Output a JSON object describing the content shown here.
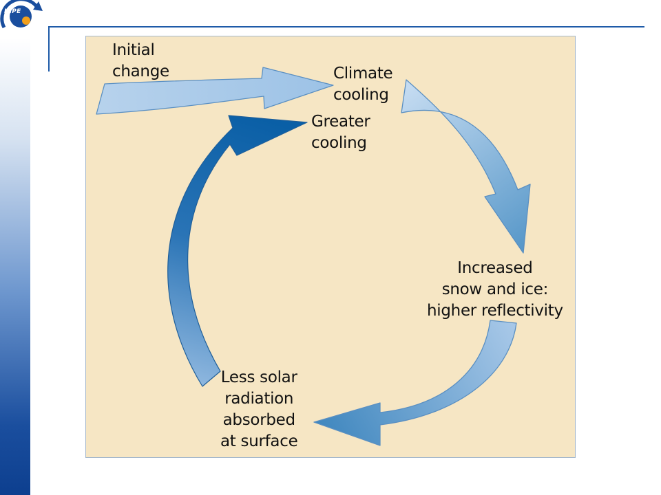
{
  "logo": {
    "text": "INPE"
  },
  "diagram": {
    "labels": {
      "initial_change": "Initial\nchange",
      "climate_cooling": "Climate\ncooling",
      "greater_cooling": "Greater\ncooling",
      "increased_snow": "Increased\nsnow and ice:\nhigher reflectivity",
      "less_solar": "Less solar\nradiation\nabsorbed\nat surface"
    },
    "colors": {
      "panel_background": "#f6e6c4",
      "arrow_light": "#b7d2ec",
      "arrow_mid": "#5f9ccc",
      "arrow_dark": "#0a5fa6",
      "accent_line": "#1e5ba8"
    }
  }
}
